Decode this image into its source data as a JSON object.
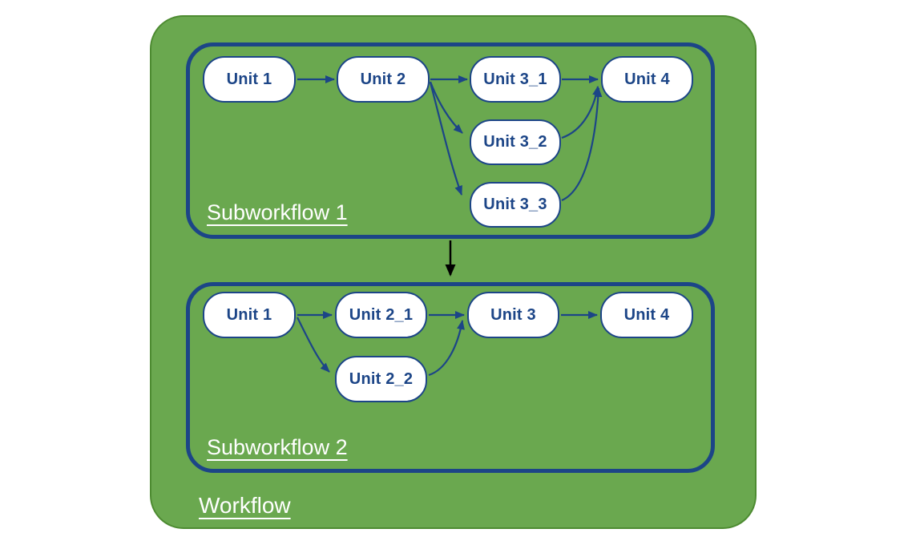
{
  "diagram": {
    "workflow": {
      "label": "Workflow",
      "connection_between_subworkflows": {
        "from": "Subworkflow 1",
        "to": "Subworkflow 2",
        "arrow_color": "#000000"
      },
      "subworkflows": [
        {
          "label": "Subworkflow 1",
          "nodes": [
            {
              "label": "Unit 1"
            },
            {
              "label": "Unit 2"
            },
            {
              "label": "Unit 3_1"
            },
            {
              "label": "Unit 3_2"
            },
            {
              "label": "Unit 3_3"
            },
            {
              "label": "Unit 4"
            }
          ],
          "edges": [
            {
              "from": "Unit 1",
              "to": "Unit 2"
            },
            {
              "from": "Unit 2",
              "to": "Unit 3_1"
            },
            {
              "from": "Unit 2",
              "to": "Unit 3_2"
            },
            {
              "from": "Unit 2",
              "to": "Unit 3_3"
            },
            {
              "from": "Unit 3_1",
              "to": "Unit 4"
            },
            {
              "from": "Unit 3_2",
              "to": "Unit 4"
            },
            {
              "from": "Unit 3_3",
              "to": "Unit 4"
            }
          ]
        },
        {
          "label": "Subworkflow 2",
          "nodes": [
            {
              "label": "Unit 1"
            },
            {
              "label": "Unit 2_1"
            },
            {
              "label": "Unit 2_2"
            },
            {
              "label": "Unit 3"
            },
            {
              "label": "Unit 4"
            }
          ],
          "edges": [
            {
              "from": "Unit 1",
              "to": "Unit 2_1"
            },
            {
              "from": "Unit 1",
              "to": "Unit 2_2"
            },
            {
              "from": "Unit 2_1",
              "to": "Unit 3"
            },
            {
              "from": "Unit 2_2",
              "to": "Unit 3"
            },
            {
              "from": "Unit 3",
              "to": "Unit 4"
            }
          ]
        }
      ]
    },
    "colors": {
      "workflow_fill": "#6aa84f",
      "workflow_border": "#4d8b31",
      "subworkflow_border": "#1c4587",
      "node_fill": "#ffffff",
      "node_border": "#1c4587",
      "node_text": "#1c4587",
      "label_text": "#ffffff",
      "connector": "#1c4587",
      "workflow_connector": "#000000"
    }
  }
}
